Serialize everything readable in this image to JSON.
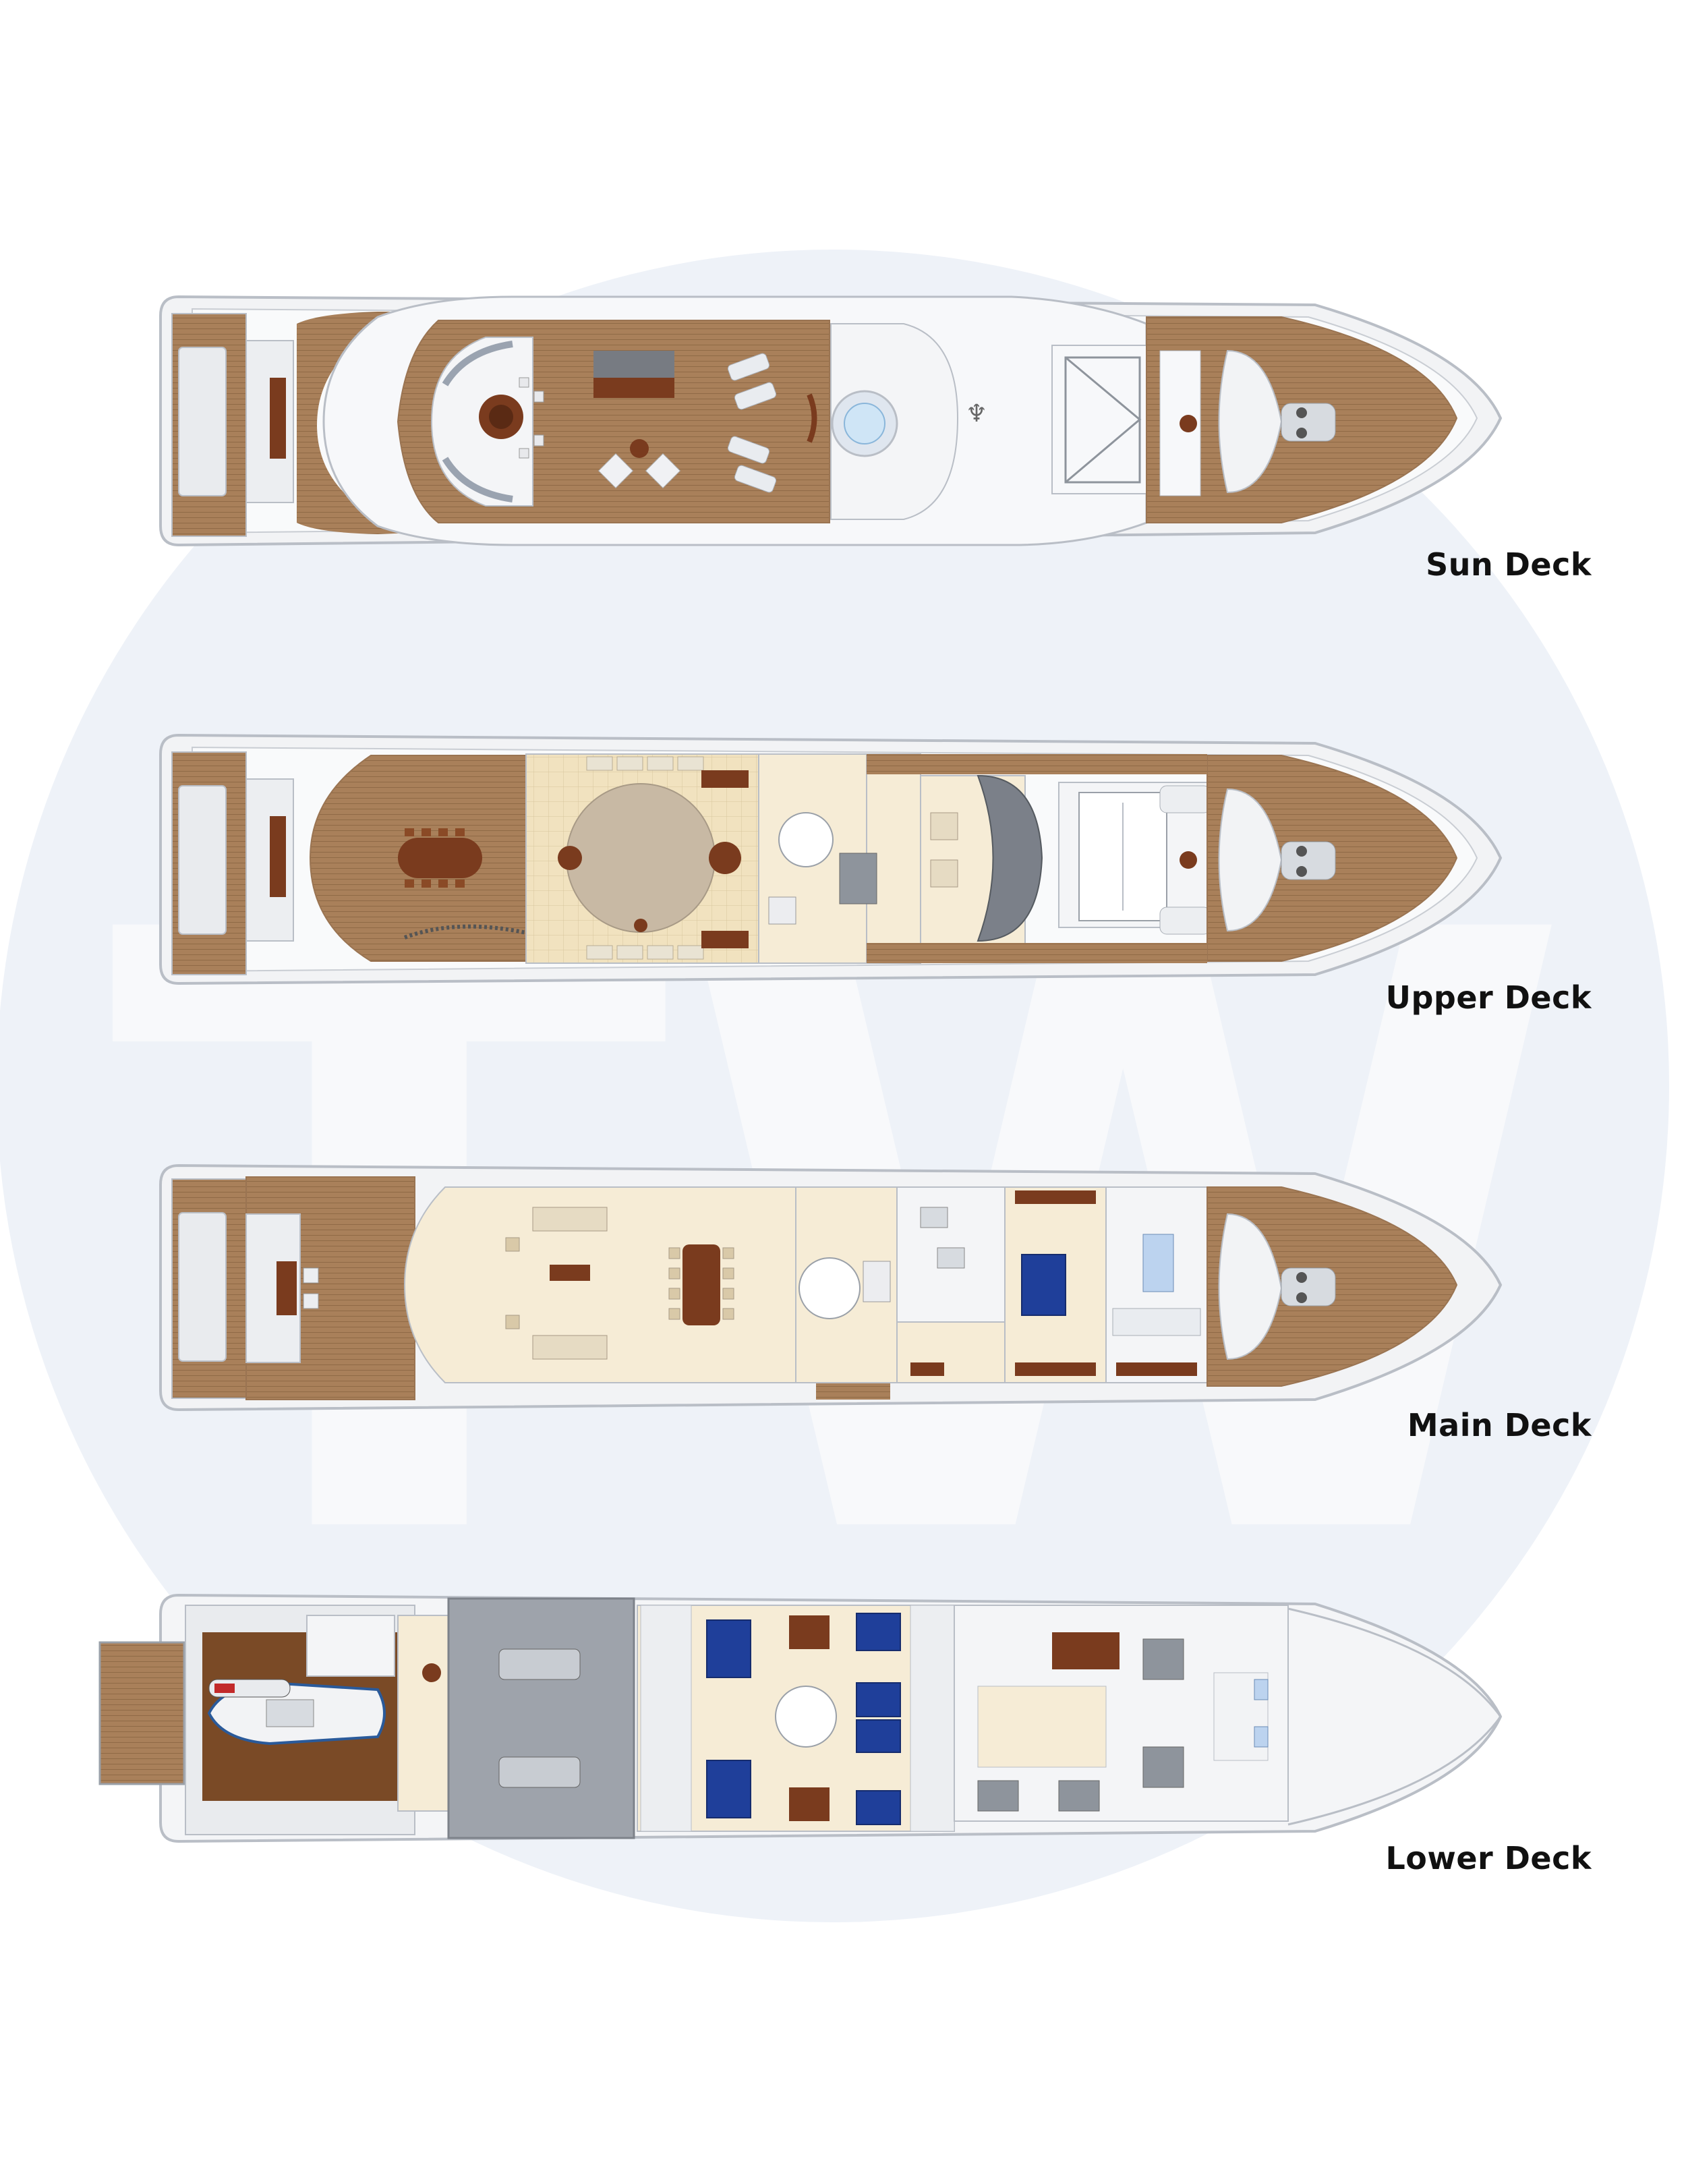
{
  "decks": [
    {
      "id": "sun",
      "label": "Sun Deck"
    },
    {
      "id": "upper",
      "label": "Upper Deck"
    },
    {
      "id": "main",
      "label": "Main Deck"
    },
    {
      "id": "lower",
      "label": "Lower Deck"
    }
  ],
  "watermark": {
    "text": "TW",
    "circle_color": "#eef2f8"
  },
  "colors": {
    "teak": "#a9805a",
    "teak_dark": "#8a6440",
    "hull": "#f2f3f5",
    "hull_line": "#b9bec6",
    "interior": "#f6ecd6",
    "carpet": "#efe3c8",
    "wood_furniture": "#7a3b1e",
    "bed_blue": "#1f3f9a",
    "grey_floor": "#9ea3ab",
    "window_blue": "#bcd3ef"
  }
}
